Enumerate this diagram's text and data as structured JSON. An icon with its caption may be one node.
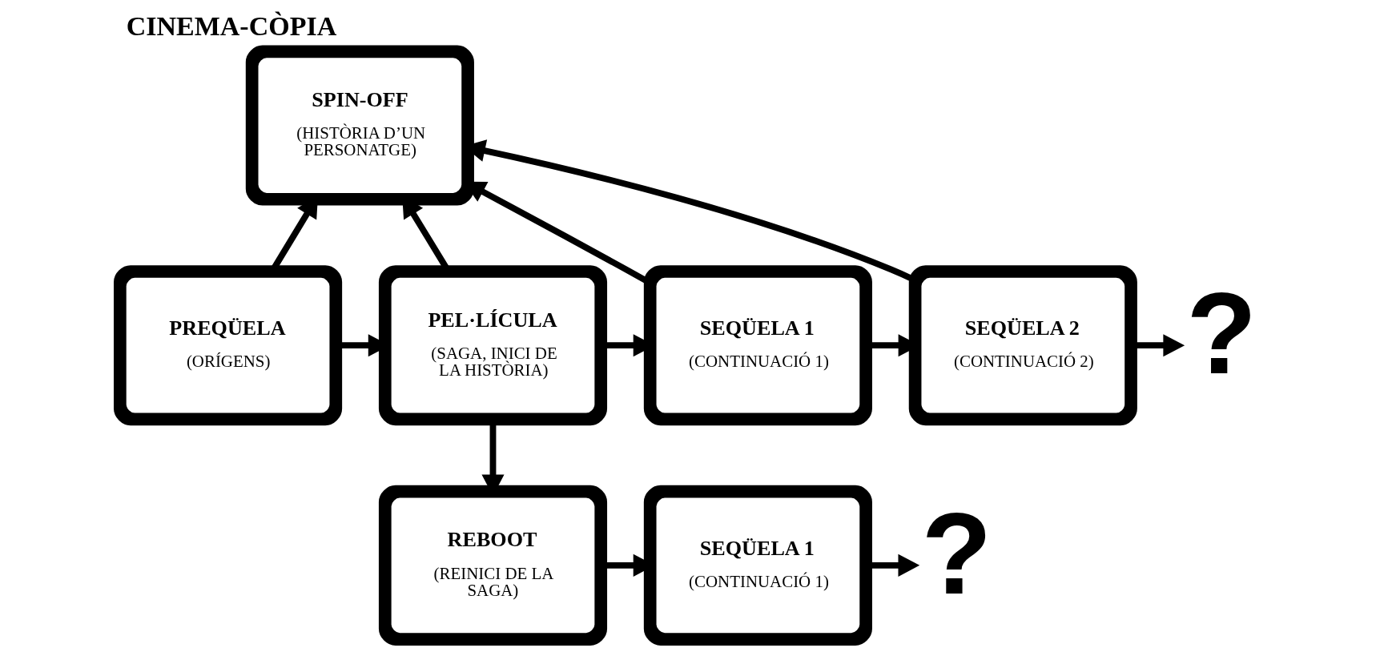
{
  "diagram": {
    "title": "CINEMA-CÒPIA",
    "nodes": [
      {
        "text": [
          "SPIN-OFF",
          "(HISTÒRIA D’UN PERSONATGE)"
        ]
      },
      {
        "text": [
          "PREQÜELA",
          "(ORÍGENS)"
        ]
      },
      {
        "text": [
          "PEL·LÍCULA",
          "(SAGA, INICI DE LA HISTÒRIA)"
        ]
      },
      {
        "text": [
          "SEQÜELA 1",
          "(CONTINUACIÓ 1)"
        ]
      },
      {
        "text": [
          "SEQÜELA 2",
          "(CONTINUACIÓ 2)"
        ]
      },
      {
        "text": [
          "?"
        ]
      },
      {
        "text": [
          "REBOOT",
          "(REINICI DE LA SAGA)"
        ]
      },
      {
        "text": [
          "SEQÜELA 1",
          "(CONTINUACIÓ 1)"
        ]
      },
      {
        "text": [
          "?"
        ]
      }
    ],
    "edges": [
      {
        "from": 1,
        "to": 0,
        "arrow": "to"
      },
      {
        "from": 2,
        "to": 0,
        "arrow": "to"
      },
      {
        "from": 3,
        "to": 0,
        "arrow": "to"
      },
      {
        "from": 4,
        "to": 0,
        "arrow": "to"
      },
      {
        "from": 1,
        "to": 2,
        "arrow": "to"
      },
      {
        "from": 2,
        "to": 3,
        "arrow": "to"
      },
      {
        "from": 3,
        "to": 4,
        "arrow": "to"
      },
      {
        "from": 4,
        "to": 5,
        "arrow": "to"
      },
      {
        "from": 2,
        "to": 6,
        "arrow": "to"
      },
      {
        "from": 6,
        "to": 7,
        "arrow": "to"
      },
      {
        "from": 7,
        "to": 8,
        "arrow": "to"
      }
    ]
  }
}
